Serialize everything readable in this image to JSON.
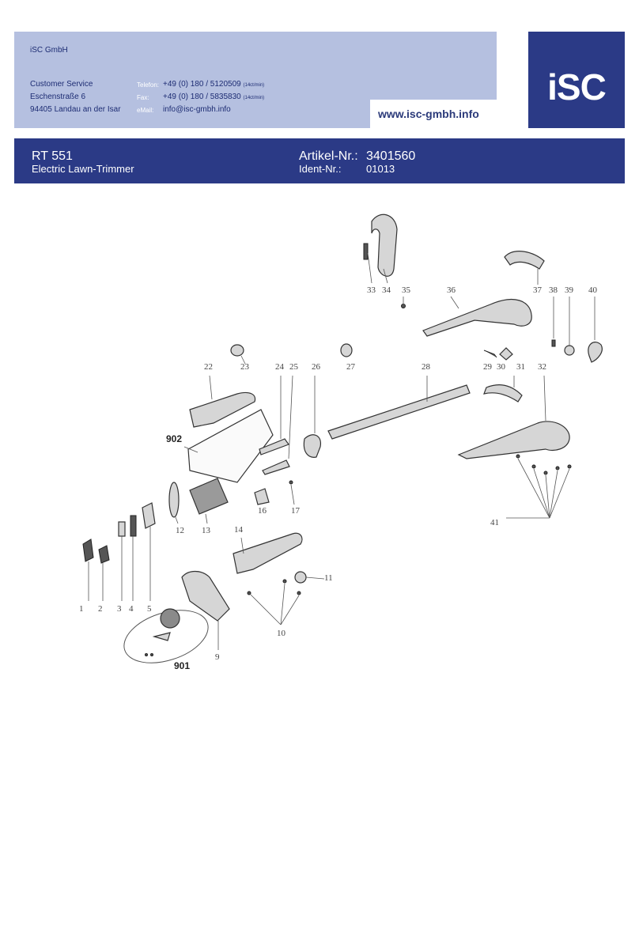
{
  "header": {
    "company": "iSC GmbH",
    "department": "Customer Service",
    "street": "Eschenstraße 6",
    "city": "94405 Landau an der Isar",
    "phone_label": "Telefon:",
    "phone": "+49 (0) 180 / 5120509",
    "phone_rate": "(14ct/min)",
    "fax_label": "Fax:",
    "fax": "+49 (0) 180 / 5835830",
    "fax_rate": "(14ct/min)",
    "email_label": "eMail:",
    "email": "info@isc-gmbh.info",
    "website": "www.isc-gmbh.info",
    "logo": "iSC"
  },
  "title_bar": {
    "model": "RT 551",
    "product": "Electric Lawn-Trimmer",
    "article_label": "Artikel-Nr.:",
    "article_number": "3401560",
    "ident_label": "Ident-Nr.:",
    "ident_number": "01013"
  },
  "parts": [
    "1",
    "2",
    "3",
    "4",
    "5",
    "9",
    "10",
    "11",
    "12",
    "13",
    "14",
    "16",
    "17",
    "22",
    "23",
    "24",
    "25",
    "26",
    "27",
    "28",
    "29",
    "30",
    "31",
    "32",
    "33",
    "34",
    "35",
    "36",
    "37",
    "38",
    "39",
    "40",
    "41",
    "901",
    "902"
  ],
  "colors": {
    "panel_light": "#b5c0e0",
    "panel_dark": "#2b3a86",
    "text_dark": "#1d2c73"
  }
}
